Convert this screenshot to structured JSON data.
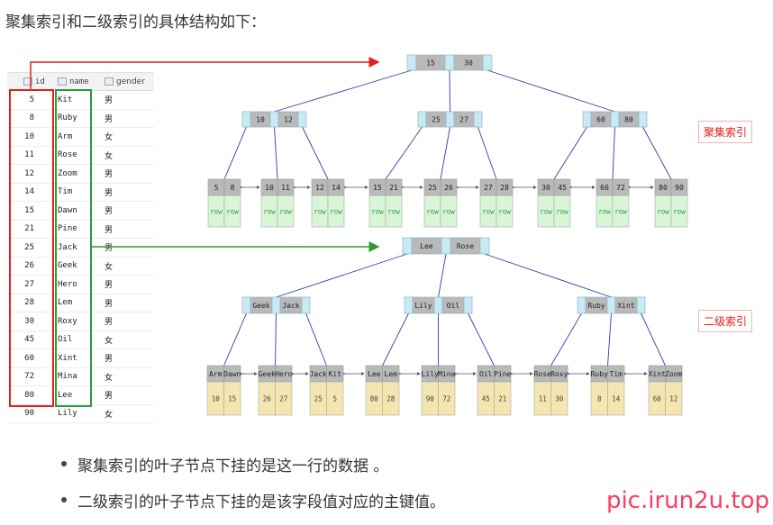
{
  "heading": "聚集索引和二级索引的具体结构如下：",
  "table": {
    "headers": [
      "id",
      "name",
      "gender"
    ],
    "rows": [
      [
        "5",
        "Kit",
        "男"
      ],
      [
        "8",
        "Ruby",
        "男"
      ],
      [
        "10",
        "Arm",
        "女"
      ],
      [
        "11",
        "Rose",
        "女"
      ],
      [
        "12",
        "Zoom",
        "男"
      ],
      [
        "14",
        "Tim",
        "男"
      ],
      [
        "15",
        "Dawn",
        "男"
      ],
      [
        "21",
        "Pine",
        "男"
      ],
      [
        "25",
        "Jack",
        "男"
      ],
      [
        "26",
        "Geek",
        "女"
      ],
      [
        "27",
        "Hero",
        "男"
      ],
      [
        "28",
        "Lem",
        "男"
      ],
      [
        "30",
        "Roxy",
        "男"
      ],
      [
        "45",
        "Oil",
        "女"
      ],
      [
        "60",
        "Xint",
        "男"
      ],
      [
        "72",
        "Mina",
        "女"
      ],
      [
        "80",
        "Lee",
        "男"
      ],
      [
        "90",
        "Lily",
        "女"
      ]
    ]
  },
  "clustered": {
    "label": "聚集索引",
    "root": [
      "15",
      "30"
    ],
    "internal": [
      [
        "10",
        "12"
      ],
      [
        "25",
        "27"
      ],
      [
        "60",
        "80"
      ]
    ],
    "leaves": [
      [
        "5",
        "8"
      ],
      [
        "10",
        "11"
      ],
      [
        "12",
        "14"
      ],
      [
        "15",
        "21"
      ],
      [
        "25",
        "26"
      ],
      [
        "27",
        "28"
      ],
      [
        "30",
        "45"
      ],
      [
        "60",
        "72"
      ],
      [
        "80",
        "90"
      ]
    ],
    "row_text": "row"
  },
  "secondary": {
    "label": "二级索引",
    "root": [
      "Lee",
      "Rose"
    ],
    "internal": [
      [
        "Geek",
        "Jack"
      ],
      [
        "Lily",
        "Oil"
      ],
      [
        "Ruby",
        "Xint"
      ]
    ],
    "leaves": [
      {
        "keys": [
          "Arm",
          "Dawn"
        ],
        "ids": [
          "10",
          "15"
        ]
      },
      {
        "keys": [
          "Geek",
          "Hero"
        ],
        "ids": [
          "26",
          "27"
        ]
      },
      {
        "keys": [
          "Jack",
          "Kit"
        ],
        "ids": [
          "25",
          "5"
        ]
      },
      {
        "keys": [
          "Lee",
          "Lem"
        ],
        "ids": [
          "80",
          "28"
        ]
      },
      {
        "keys": [
          "Lily",
          "Mina"
        ],
        "ids": [
          "90",
          "72"
        ]
      },
      {
        "keys": [
          "Oil",
          "Pine"
        ],
        "ids": [
          "45",
          "21"
        ]
      },
      {
        "keys": [
          "Rose",
          "Roxy"
        ],
        "ids": [
          "11",
          "30"
        ]
      },
      {
        "keys": [
          "Ruby",
          "Tim"
        ],
        "ids": [
          "8",
          "14"
        ]
      },
      {
        "keys": [
          "Xint",
          "Zoom"
        ],
        "ids": [
          "60",
          "12"
        ]
      }
    ]
  },
  "bullets": [
    "聚集索引的叶子节点下挂的是这一行的数据 。",
    "二级索引的叶子节点下挂的是该字段值对应的主键值。"
  ],
  "watermark": "pic.irun2u.top",
  "colors": {
    "accent_red": "#e02020",
    "accent_green": "#2a9a3a",
    "node_key": "#b9b9b9",
    "node_ptr": "#c8eaf4",
    "row_cell": "#d8f5d8",
    "id_cell": "#f3e6b0",
    "edge": "#3a3aa8"
  }
}
